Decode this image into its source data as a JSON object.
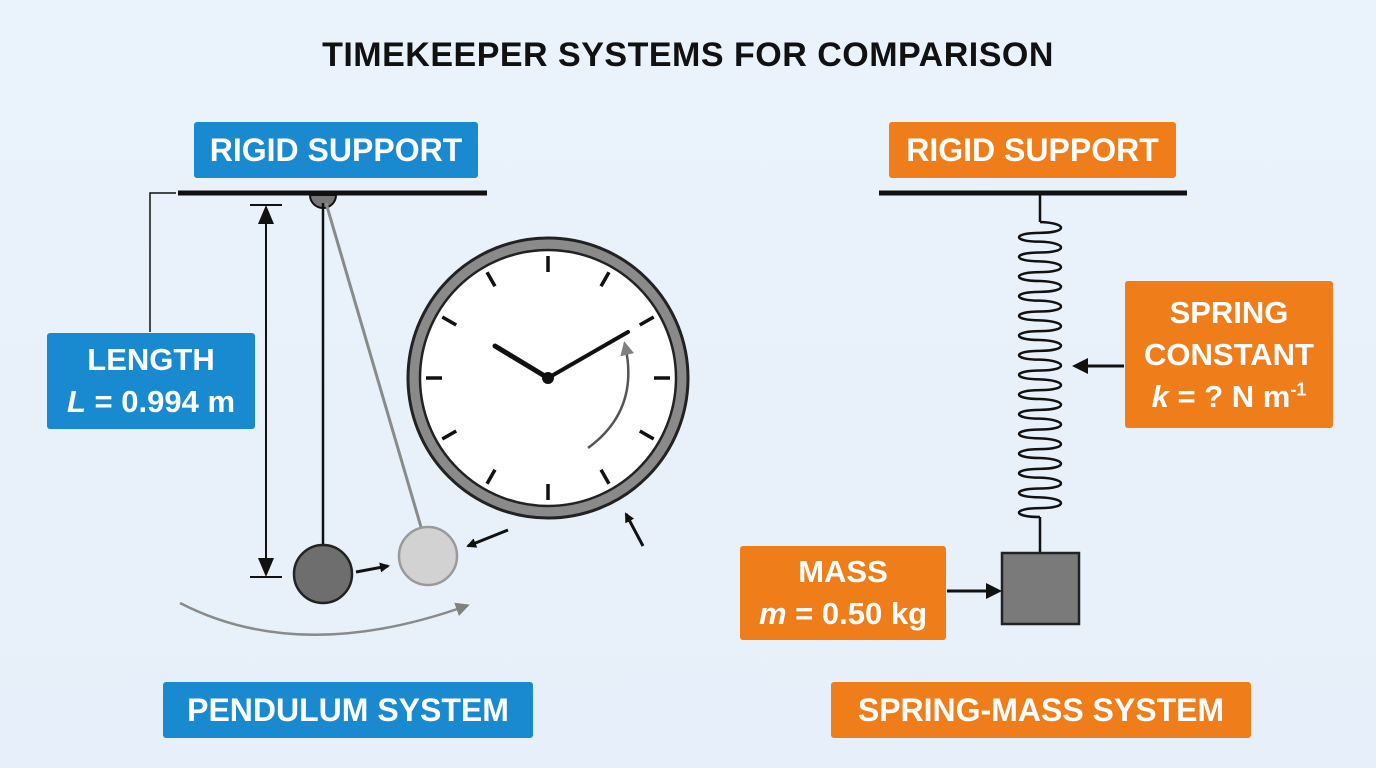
{
  "title": "TIMEKEEPER SYSTEMS FOR COMPARISON",
  "pendulum": {
    "support_label": "RIGID SUPPORT",
    "length_label": "LENGTH",
    "length_symbol": "L",
    "length_value": "= 0.994 m",
    "system_label": "PENDULUM SYSTEM"
  },
  "spring": {
    "support_label": "RIGID SUPPORT",
    "constant_label_line1": "SPRING",
    "constant_label_line2": "CONSTANT",
    "constant_symbol": "k",
    "constant_value": "= ? N m",
    "constant_exponent": "-1",
    "mass_label": "MASS",
    "mass_symbol": "m",
    "mass_value": "= 0.50 kg",
    "system_label": "SPRING-MASS SYSTEM"
  },
  "colors": {
    "pendulum_accent": "#1a8ad0",
    "spring_accent": "#ef7d1a",
    "line": "#111111",
    "bob_dark": "#6e6e6e",
    "bob_light": "#d2d2d2",
    "clock_rim": "#8a8a8a",
    "mass_block": "#7a7a7a"
  },
  "icons": [
    "clock-icon",
    "arrow-icon"
  ]
}
